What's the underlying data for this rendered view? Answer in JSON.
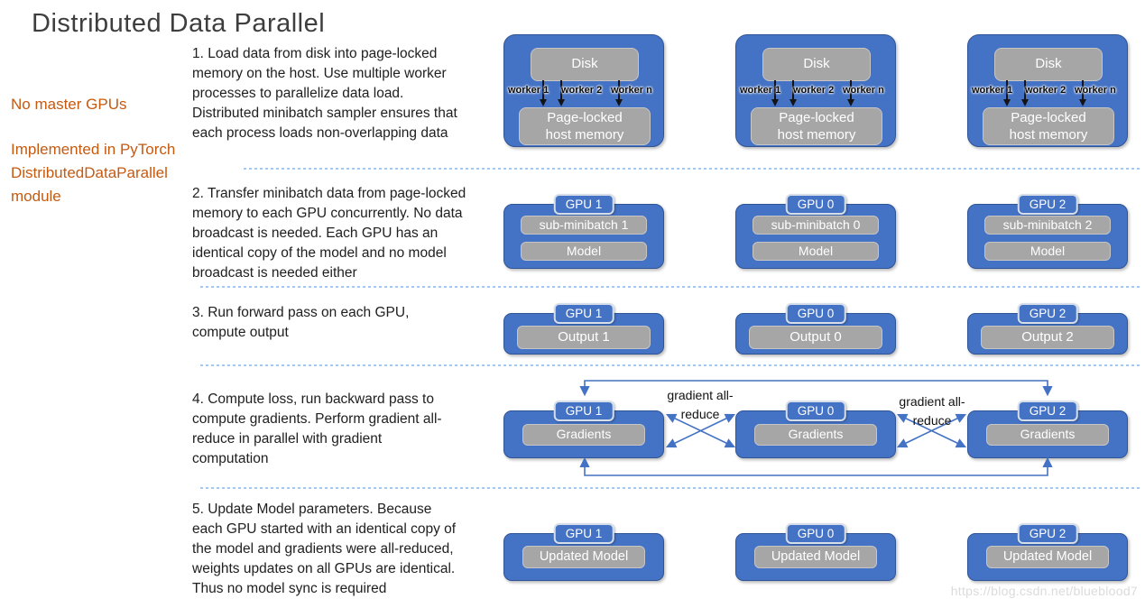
{
  "title": "Distributed Data Parallel",
  "notes": {
    "no_master": "No master GPUs",
    "implementation": "Implemented in PyTorch\nDistributedDataParallel\nmodule"
  },
  "steps": [
    {
      "text": "1. Load data from disk into page-locked\nmemory on the host. Use multiple worker\nprocesses to parallelize data load.\nDistributed minibatch sampler ensures that\neach process loads non-overlapping data"
    },
    {
      "text": "2. Transfer minibatch data from page-locked\nmemory  to each GPU concurrently. No data\nbroadcast is needed. Each GPU has an\nidentical copy of the model and no model\nbroadcast is needed either"
    },
    {
      "text": "3. Run forward pass on each GPU,\ncompute output"
    },
    {
      "text": "4. Compute loss, run backward pass to\ncompute gradients. Perform gradient all-\nreduce in parallel with gradient\ncomputation"
    },
    {
      "text": "5. Update Model parameters. Because\neach GPU started with an identical copy of\nthe model and gradients were all-reduced,\nweights updates on all GPUs are identical.\nThus no model sync is required"
    }
  ],
  "diagram": {
    "load_row": {
      "disk": "Disk",
      "memory": "Page-locked\nhost memory",
      "workers": [
        "worker 1",
        "worker 2",
        "worker n"
      ]
    },
    "transfer_row": {
      "cards": [
        {
          "gpu": "GPU 1",
          "minibatch": "sub-minibatch 1",
          "model": "Model"
        },
        {
          "gpu": "GPU 0",
          "minibatch": "sub-minibatch 0",
          "model": "Model"
        },
        {
          "gpu": "GPU 2",
          "minibatch": "sub-minibatch 2",
          "model": "Model"
        }
      ]
    },
    "forward_row": {
      "cards": [
        {
          "gpu": "GPU 1",
          "output": "Output 1"
        },
        {
          "gpu": "GPU 0",
          "output": "Output 0"
        },
        {
          "gpu": "GPU 2",
          "output": "Output 2"
        }
      ]
    },
    "backward_row": {
      "allreduce_label": "gradient all-\nreduce",
      "cards": [
        {
          "gpu": "GPU 1",
          "box": "Gradients"
        },
        {
          "gpu": "GPU 0",
          "box": "Gradients"
        },
        {
          "gpu": "GPU 2",
          "box": "Gradients"
        }
      ]
    },
    "update_row": {
      "cards": [
        {
          "gpu": "GPU 1",
          "box": "Updated Model"
        },
        {
          "gpu": "GPU 0",
          "box": "Updated Model"
        },
        {
          "gpu": "GPU 2",
          "box": "Updated Model"
        }
      ]
    }
  },
  "watermark": "https://blog.csdn.net/blueblood7",
  "colors": {
    "card_blue": "#4472C4",
    "card_border": "#2F5597",
    "box_gray": "#A6A6A6",
    "accent_orange": "#C55A11",
    "separator_blue": "#A9C6EC"
  }
}
